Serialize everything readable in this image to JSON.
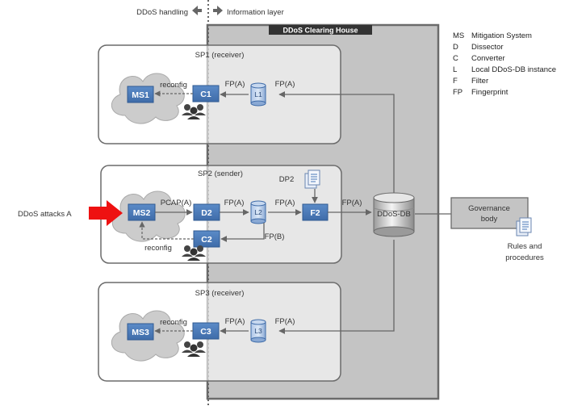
{
  "header": {
    "left_label": "DDoS handling",
    "right_label": "Information layer",
    "clearing_house_title": "DDoS Clearing House"
  },
  "providers": {
    "sp1": {
      "title": "SP1 (receiver)",
      "mitigation": "MS1",
      "converter": "C1",
      "local_db": "L1",
      "reconfig": "reconfig",
      "fp_left": "FP(A)",
      "fp_right": "FP(A)"
    },
    "sp2": {
      "title": "SP2 (sender)",
      "mitigation": "MS2",
      "dissector": "D2",
      "converter": "C2",
      "local_db": "L2",
      "filter": "F2",
      "pcap": "PCAP(A)",
      "fp_d2_l2": "FP(A)",
      "fp_l2_f2": "FP(A)",
      "fp_f2_db": "FP(A)",
      "fp_b": "FP(B)",
      "reconfig": "reconfig",
      "dp": "DP2"
    },
    "sp3": {
      "title": "SP3 (receiver)",
      "mitigation": "MS3",
      "converter": "C3",
      "local_db": "L3",
      "reconfig": "reconfig",
      "fp_left": "FP(A)",
      "fp_right": "FP(A)"
    }
  },
  "ddos_db": "DDoS-DB",
  "attack_label": "DDoS attacks A",
  "governance": {
    "line1": "Governance",
    "line2": "body"
  },
  "rules": {
    "line1": "Rules and",
    "line2": "procedures"
  },
  "legend": [
    {
      "abbr": "MS",
      "desc": "Mitigation System"
    },
    {
      "abbr": "D",
      "desc": "Dissector"
    },
    {
      "abbr": "C",
      "desc": "Converter"
    },
    {
      "abbr": "L",
      "desc": "Local DDoS-DB instance"
    },
    {
      "abbr": "F",
      "desc": "Filter"
    },
    {
      "abbr": "FP",
      "desc": "Fingerprint"
    }
  ],
  "colors": {
    "box_blue": "#4a7ab8",
    "clearing_house": "#c4c4c4",
    "attack_red": "#ee1111",
    "header_dark": "#333333"
  },
  "icons": [
    "cloud-icon",
    "people-icon",
    "document-icon",
    "database-icon",
    "double-arrow-icon",
    "attack-arrow-icon"
  ]
}
